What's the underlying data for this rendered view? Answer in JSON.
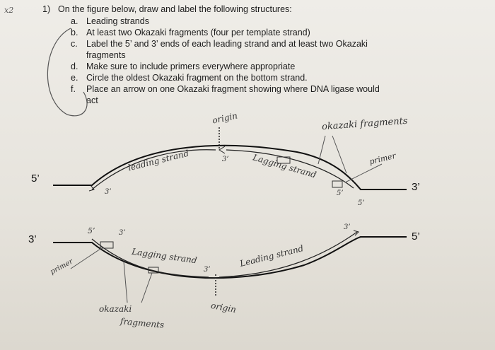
{
  "corner_mark": "x2",
  "question": {
    "number": "1)",
    "title": "On the figure below, draw and label the following structures:",
    "items": [
      {
        "marker": "a.",
        "text": "Leading strands"
      },
      {
        "marker": "b.",
        "text": "At least two Okazaki fragments (four per template strand)"
      },
      {
        "marker": "c.",
        "text": "Label the 5’ and 3’ ends of each leading strand and at least two Okazaki fragments"
      },
      {
        "marker": "d.",
        "text": "Make sure to include primers everywhere appropriate"
      },
      {
        "marker": "e.",
        "text": "Circle the oldest Okazaki fragment on the bottom strand."
      },
      {
        "marker": "f.",
        "text": "Place an arrow on one Okazaki fragment showing where DNA ligase would act"
      }
    ]
  },
  "diagram": {
    "printed_labels": {
      "top_left": "5’",
      "top_right": "3’",
      "bottom_left": "3’",
      "bottom_right": "5’"
    },
    "handwritten": {
      "origin_top": "origin",
      "origin_bottom": "origin",
      "okazaki_top": "okazaki fragments",
      "okazaki_bottom_1": "okazaki",
      "okazaki_bottom_2": "fragments",
      "primer_top": "primer",
      "primer_bottom": "primer",
      "leading_top": "leading strand",
      "leading_bottom": "Leading strand",
      "lagging_top": "Lagging strand",
      "lagging_bottom": "Lagging strand",
      "end_3_a": "3’",
      "end_3_b": "3’",
      "end_5_a": "5’",
      "end_5_b": "5’",
      "end_3_c": "3’",
      "end_5_c": "5’",
      "end_3_d": "3’",
      "end_3_e": "3’"
    }
  }
}
